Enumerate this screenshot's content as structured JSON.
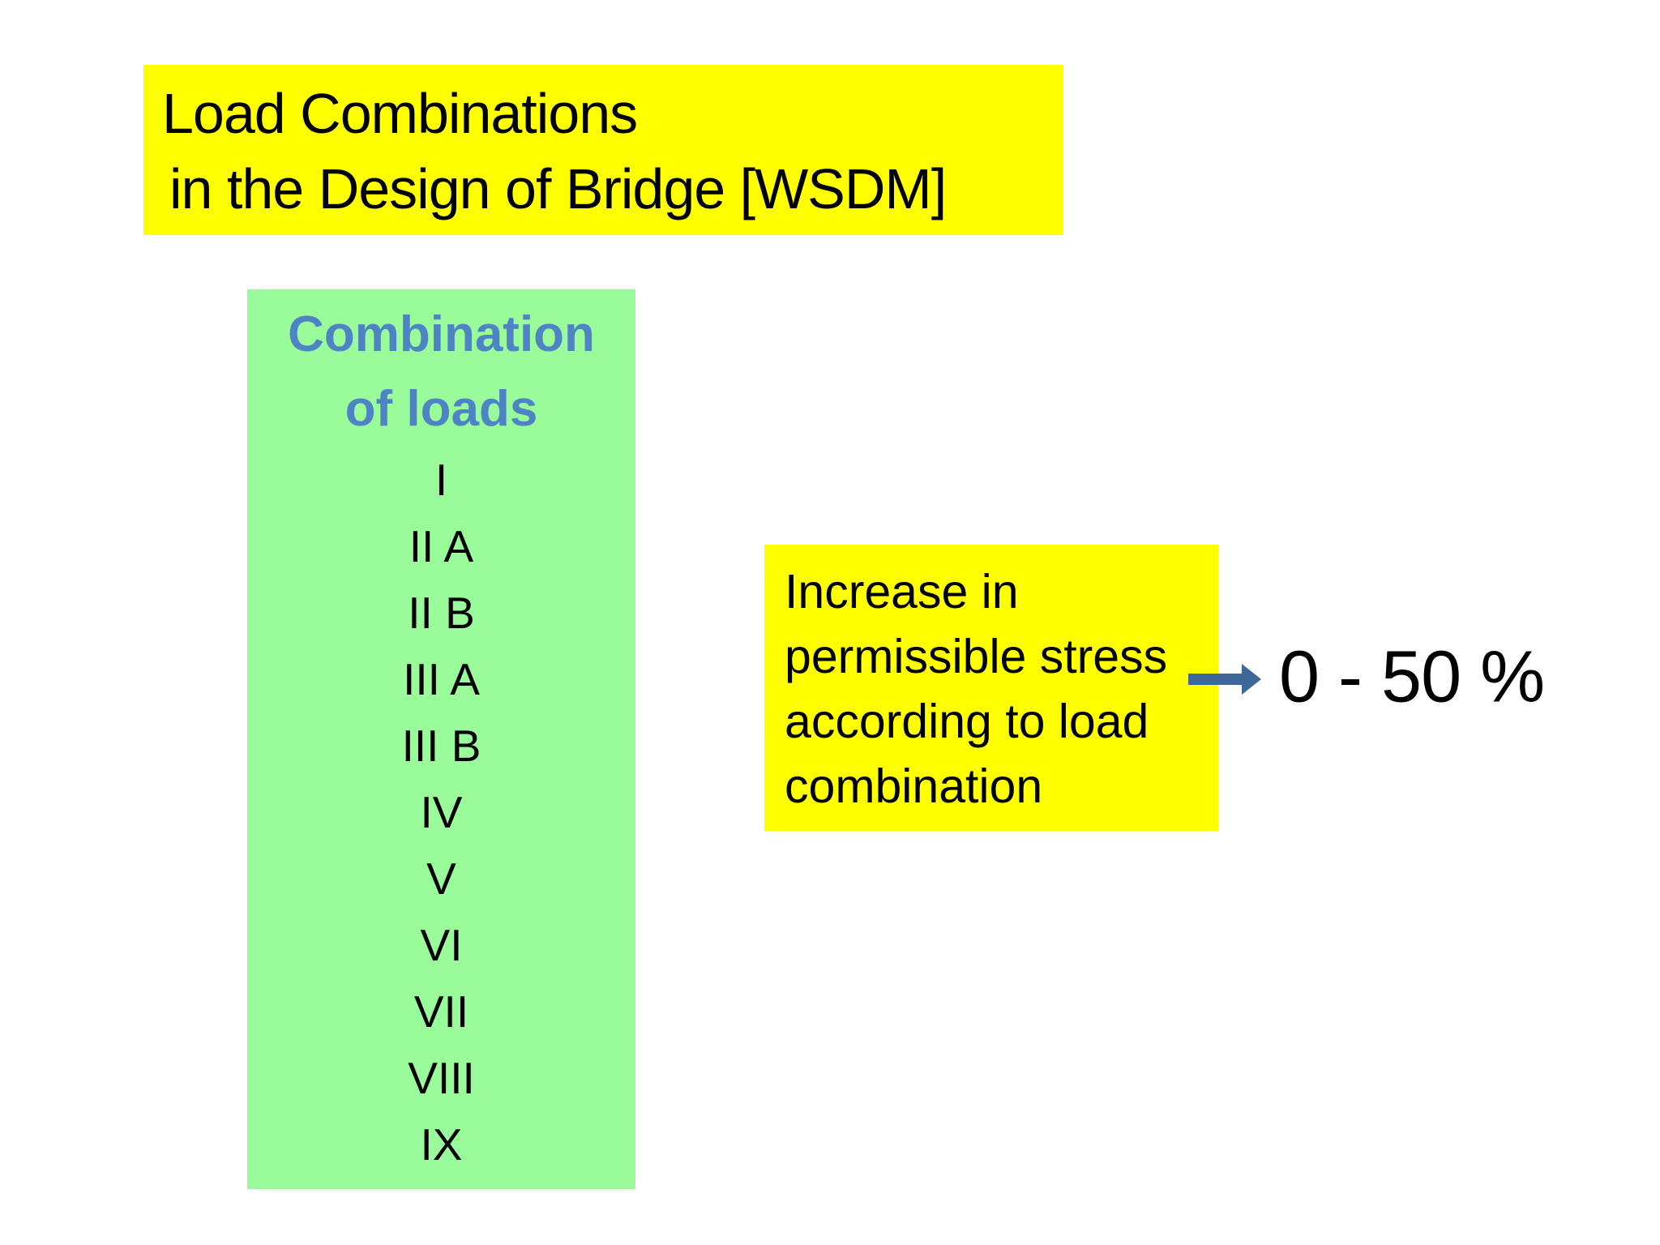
{
  "slide": {
    "background_color": "#FFFFFF",
    "title_box": {
      "background_color": "#FFFF00",
      "text_color": "#000000",
      "lines": [
        "Load Combinations",
        "in the Design of Bridge [WSDM]"
      ]
    },
    "combination_box": {
      "background_color": "#99FB99",
      "header_color": "#4E84C4",
      "header_lines": [
        "Combination",
        "of loads"
      ],
      "items": [
        "I",
        "II A",
        "II B",
        "III A",
        "III B",
        "IV",
        "V",
        "VI",
        "VII",
        "VIII",
        "IX"
      ]
    },
    "info_box": {
      "background_color": "#FFFF00",
      "text_color": "#000000",
      "lines": [
        "Increase in",
        "permissible stress",
        "according to load",
        "combination"
      ]
    },
    "arrow": {
      "icon": "right-arrow",
      "color": "#3F6797"
    },
    "result_label": "0 - 50 %"
  }
}
